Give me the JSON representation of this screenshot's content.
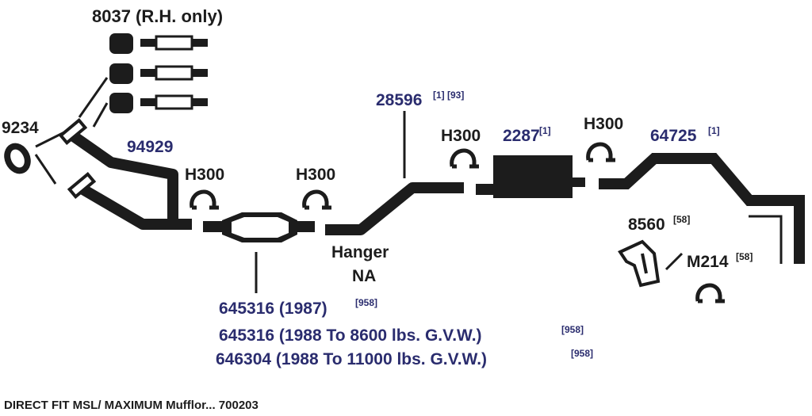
{
  "labels": {
    "p8037": "8037 (R.H. only)",
    "p9234": "9234",
    "p94929": "94929",
    "h300_a": "H300",
    "h300_b": "H300",
    "h300_c": "H300",
    "h300_d": "H300",
    "p28596": "28596",
    "p28596_refs": "[1] [93]",
    "p2287": "2287",
    "p2287_ref": "[1]",
    "p64725": "64725",
    "p64725_ref": "[1]",
    "hanger_line1": "Hanger",
    "hanger_line2": "NA",
    "p8560": "8560",
    "p8560_ref": "[58]",
    "pM214": "M214",
    "pM214_ref": "[58]",
    "cat1": "645316 (1987)",
    "cat1_ref": "[958]",
    "cat2": "645316 (1988 To 8600 lbs. G.V.W.)",
    "cat2_ref": "[958]",
    "cat3": "646304 (1988 To 11000 lbs. G.V.W.)",
    "cat3_ref": "[958]",
    "footer": "DIRECT FIT MSL/ MAXIMUM Mufflor... 700203"
  },
  "colors": {
    "part": "#1c1c1c",
    "blue_text": "#2a2c6e"
  }
}
